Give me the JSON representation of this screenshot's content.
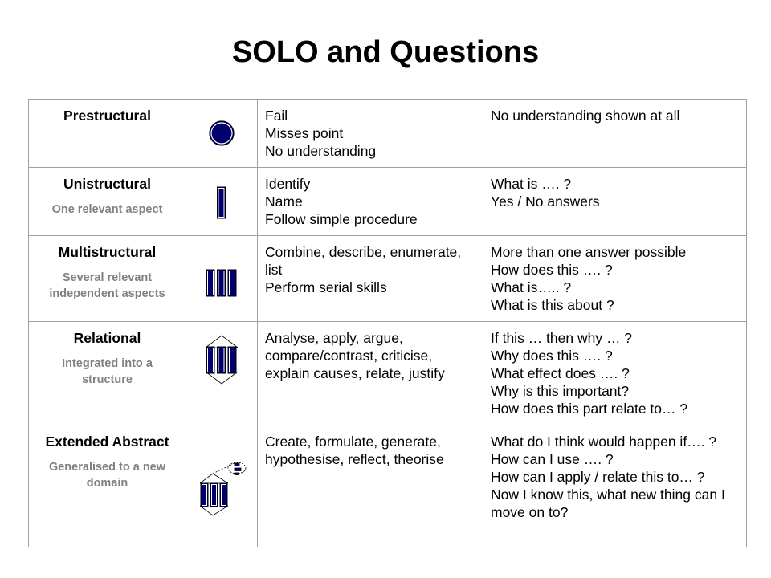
{
  "title": "SOLO and Questions",
  "colors": {
    "icon_fill": "#00006e",
    "icon_stroke": "#000000",
    "border": "#a0a0a0",
    "subtitle": "#808080"
  },
  "rows": [
    {
      "level": "Prestructural",
      "description": "",
      "icon": "solo-prestructural-icon",
      "verbs": [
        "Fail",
        "Misses point",
        "No understanding"
      ],
      "questions": [
        "No understanding shown at all"
      ]
    },
    {
      "level": "Unistructural",
      "description": "One relevant aspect",
      "icon": "solo-unistructural-icon",
      "verbs": [
        "Identify",
        "Name",
        "Follow simple procedure"
      ],
      "questions": [
        "What is …. ?",
        "Yes / No answers"
      ]
    },
    {
      "level": "Multistructural",
      "description": "Several relevant independent aspects",
      "icon": "solo-multistructural-icon",
      "verbs": [
        "Combine, describe, enumerate, list",
        "Perform serial skills"
      ],
      "questions": [
        "More than one answer possible",
        "How does this …. ?",
        "What is….. ?",
        "What is this about ?"
      ]
    },
    {
      "level": "Relational",
      "description": "Integrated into a structure",
      "icon": "solo-relational-icon",
      "verbs": [
        "Analyse, apply, argue, compare/contrast, criticise, explain causes, relate, justify"
      ],
      "questions": [
        "If this … then why … ?",
        "Why does this …. ?",
        "What effect does …. ?",
        "Why is this important?",
        "How does this part relate to… ?"
      ]
    },
    {
      "level": "Extended Abstract",
      "description": "Generalised to a new domain",
      "icon": "solo-extended-abstract-icon",
      "verbs": [
        "Create, formulate, generate, hypothesise, reflect, theorise"
      ],
      "questions": [
        "What do I think would happen if…. ?",
        "How can I use …. ?",
        "How can I apply / relate this to… ?",
        "Now I know this, what new thing can I move on to?"
      ]
    }
  ]
}
